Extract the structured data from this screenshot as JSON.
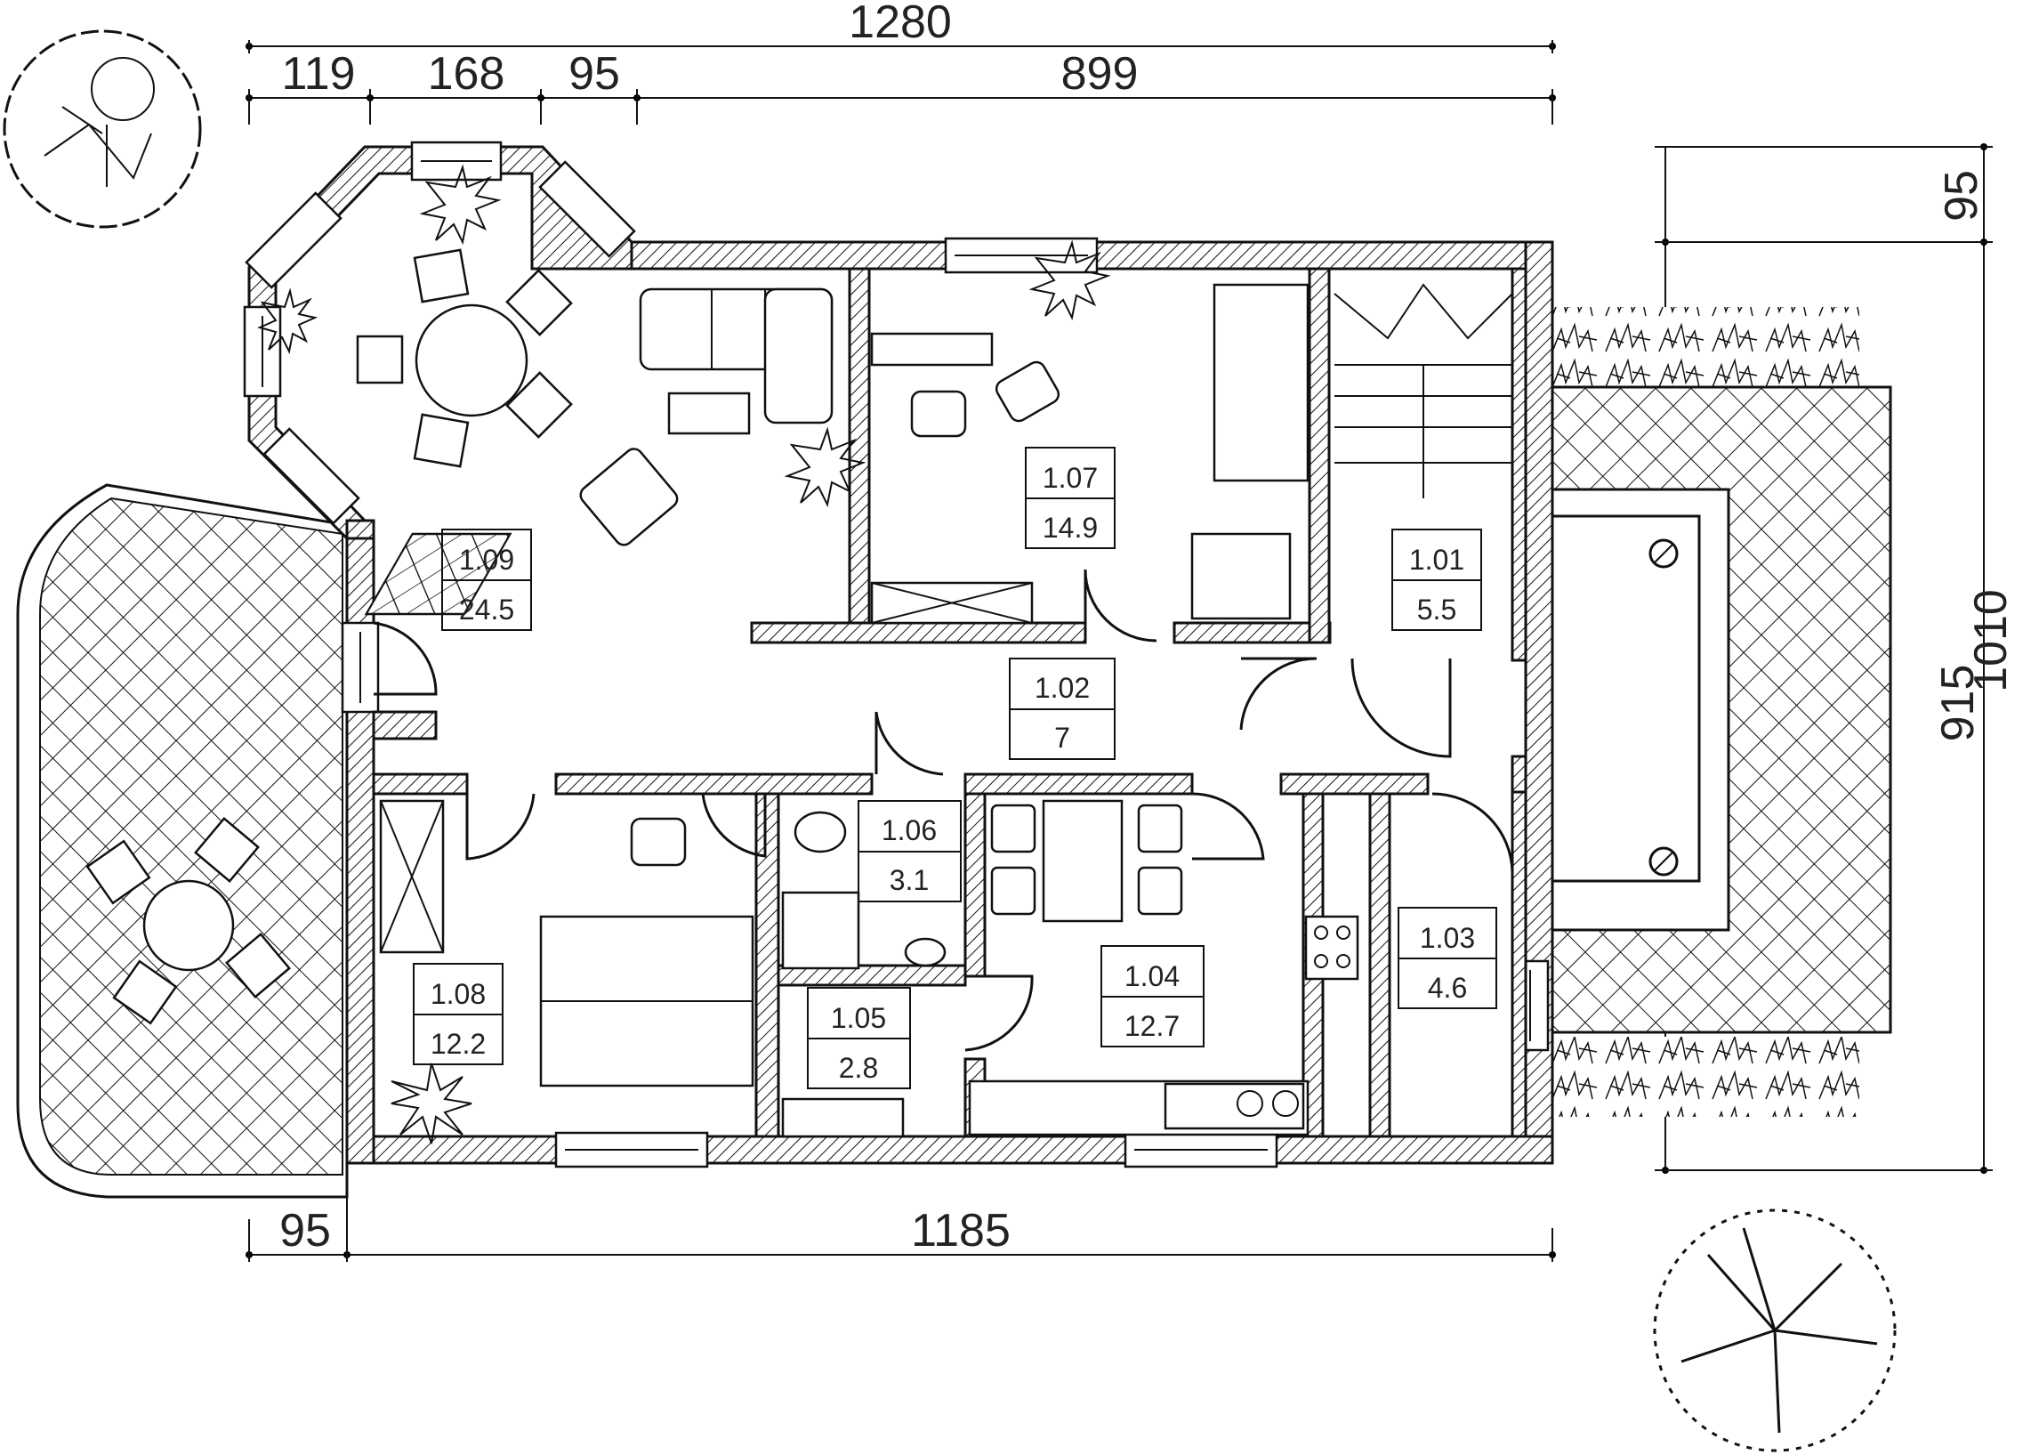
{
  "dimensions": {
    "top_total": "1280",
    "top_segments": [
      "119",
      "168",
      "95",
      "899"
    ],
    "bottom_left": "95",
    "bottom_main": "1185",
    "right_top": "95",
    "right_inner": "915",
    "right_total": "1010"
  },
  "rooms": [
    {
      "id": "1.09",
      "area": "24.5"
    },
    {
      "id": "1.07",
      "area": "14.9"
    },
    {
      "id": "1.01",
      "area": "5.5"
    },
    {
      "id": "1.02",
      "area": "7"
    },
    {
      "id": "1.06",
      "area": "3.1"
    },
    {
      "id": "1.08",
      "area": "12.2"
    },
    {
      "id": "1.05",
      "area": "2.8"
    },
    {
      "id": "1.04",
      "area": "12.7"
    },
    {
      "id": "1.03",
      "area": "4.6"
    }
  ]
}
